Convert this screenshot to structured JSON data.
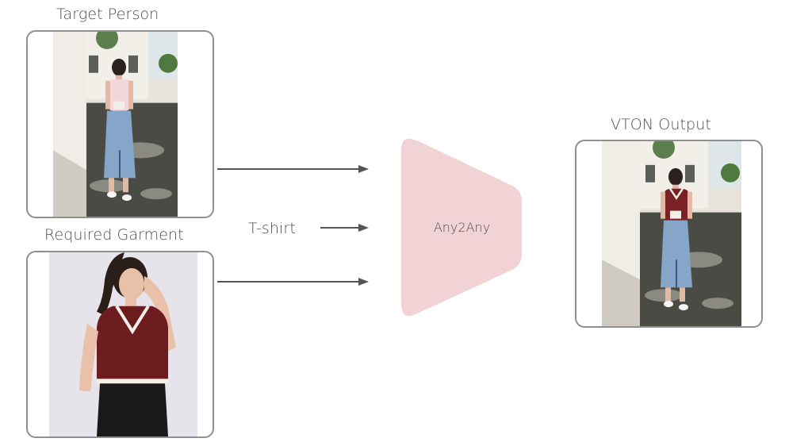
{
  "labels": {
    "target_person": "Target Person",
    "required_garment": "Required Garment",
    "vton_output": "VTON Output",
    "text_prompt": "T-shirt",
    "model": "Any2Any"
  },
  "images": {
    "target_person": "photo of a woman in a pink top and denim skirt standing on a street",
    "required_garment": "photo of a woman wearing a dark red knit sweater vest with white trim",
    "vton_output": "photo of the target woman wearing the dark red sweater vest"
  },
  "colors": {
    "model_fill": "#f2d3d5",
    "frame_border": "#8f8f8f",
    "arrow": "#555555"
  }
}
